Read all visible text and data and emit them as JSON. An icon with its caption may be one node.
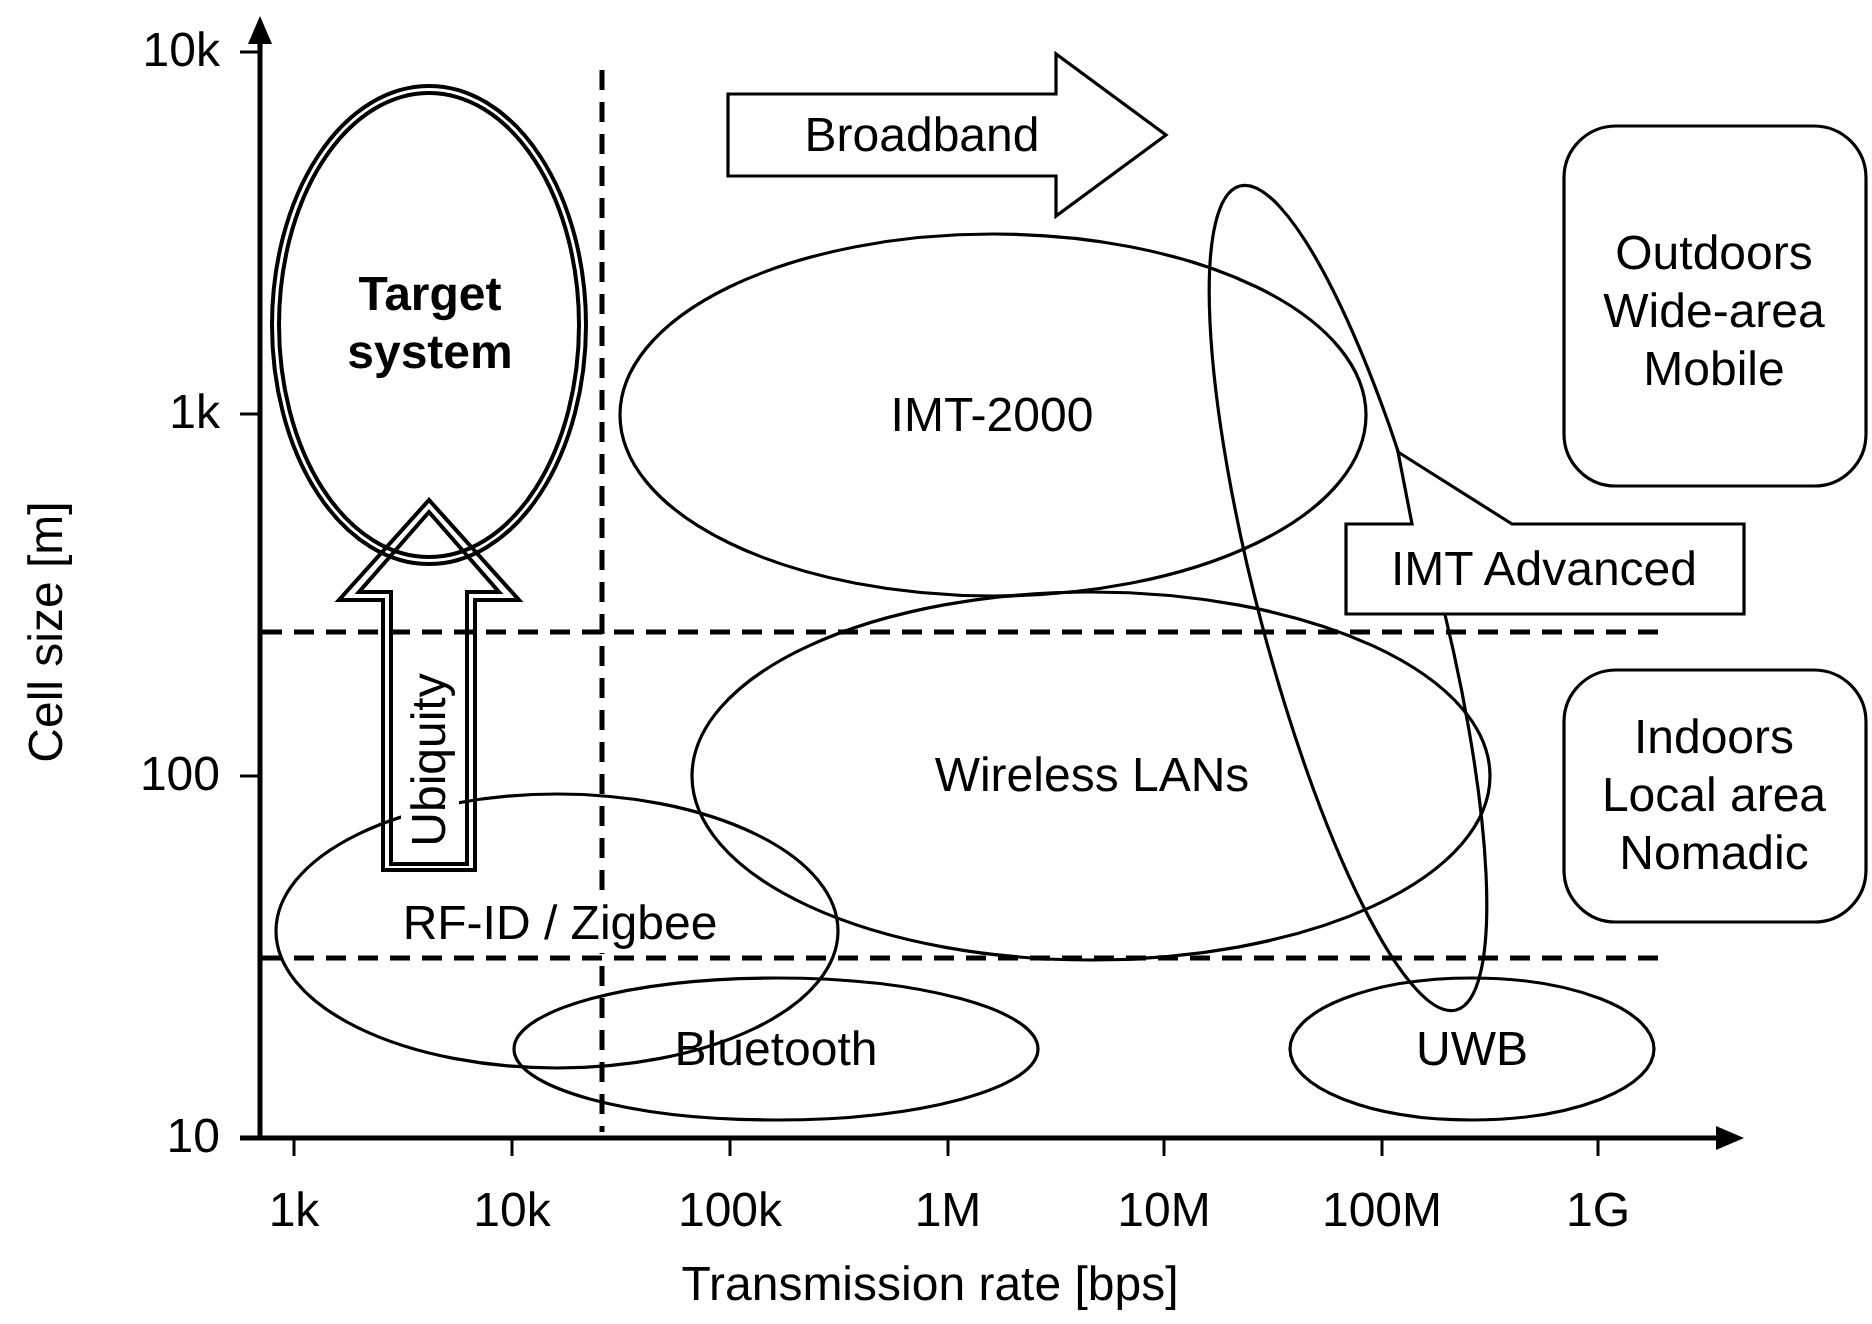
{
  "diagram": {
    "nodes": [
      {
        "text": [
          "Target system"
        ]
      },
      {
        "text": [
          "Broadband"
        ]
      },
      {
        "text": [
          "IMT-2000"
        ]
      },
      {
        "text": [],
        "shape": "ellipse"
      },
      {
        "text": [
          "Outdoors Wide-area Mobile"
        ]
      },
      {
        "text": [
          "IMT Advanced"
        ]
      },
      {
        "text": [
          "Wireless LANs"
        ]
      },
      {
        "text": [
          "Indoors Local area Nomadic"
        ]
      },
      {
        "text": [
          "RF-ID / Zigbee"
        ]
      },
      {
        "text": [
          "Bluetooth"
        ]
      },
      {
        "text": [
          "UWB"
        ]
      }
    ],
    "edges": [
      {
        "from": 8,
        "to": 0,
        "arrow": "to",
        "label": "Ubiquity",
        "style": "thick"
      }
    ],
    "labels": [
      "10k",
      "1k",
      "100",
      "10",
      "Cell size [m]",
      "1k",
      "10k",
      "100k",
      "1M",
      "10M",
      "100M",
      "1G",
      "Transmission rate [bps]"
    ]
  }
}
